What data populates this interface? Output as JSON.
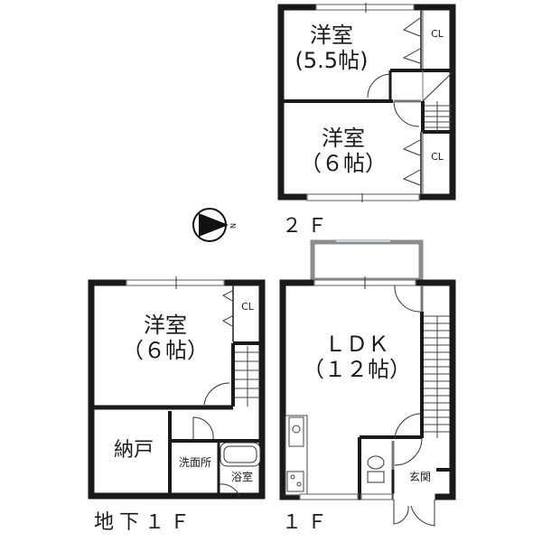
{
  "floors": {
    "second": {
      "label": "２Ｆ",
      "rooms": [
        {
          "name": "洋室",
          "size": "(5.5帖)"
        },
        {
          "name": "洋室",
          "size": "（６帖）"
        }
      ],
      "closets": [
        "CL",
        "CL"
      ]
    },
    "first": {
      "label": "１Ｆ",
      "rooms": [
        {
          "name": "ＬＤＫ",
          "size": "（１２帖）"
        },
        {
          "name": "玄関"
        }
      ]
    },
    "basement": {
      "label": "地下１Ｆ",
      "rooms": [
        {
          "name": "洋室",
          "size": "（６帖）"
        },
        {
          "name": "納戸"
        },
        {
          "name": "洗面所"
        },
        {
          "name": "浴室"
        }
      ],
      "closets": [
        "CL"
      ]
    }
  },
  "compass": {
    "label": "N",
    "icon": "north-arrow-icon"
  },
  "colors": {
    "wall": "#1a1a1a",
    "window": "#888888",
    "balcony": "#8c8c8c",
    "stroke": "#222222"
  }
}
